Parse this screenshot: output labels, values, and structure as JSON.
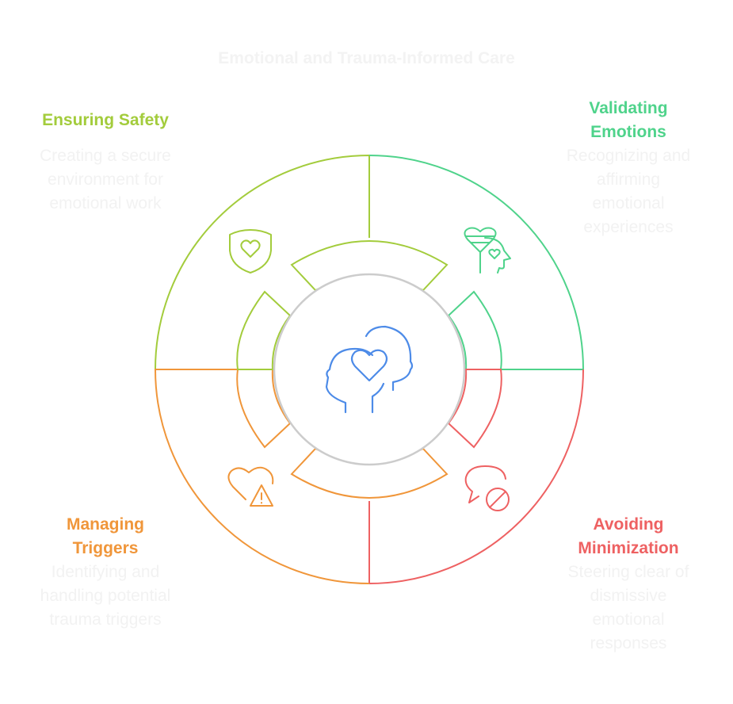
{
  "title": "Emotional and Trauma-Informed Care",
  "colors": {
    "safety": "#a3cc3c",
    "validating": "#4fd38b",
    "minimization": "#ee6162",
    "triggers": "#f0963a",
    "center": "#4d8be8",
    "inner_ring": "#cccccc"
  },
  "center_icon": "head-heart-icon",
  "sections": [
    {
      "key": "safety",
      "label_line1": "Ensuring Safety",
      "label_line2": "",
      "desc_line1": "Creating a secure",
      "desc_line2": "environment for",
      "desc_line3": "emotional work",
      "desc_line4": "",
      "icon": "shield-heart-icon"
    },
    {
      "key": "validating",
      "label_line1": "Validating",
      "label_line2": "Emotions",
      "desc_line1": "Recognizing and",
      "desc_line2": "affirming",
      "desc_line3": "emotional",
      "desc_line4": "experiences",
      "icon": "mind-hearts-icon"
    },
    {
      "key": "minimization",
      "label_line1": "Avoiding",
      "label_line2": "Minimization",
      "desc_line1": "Steering clear of",
      "desc_line2": "dismissive",
      "desc_line3": "emotional",
      "desc_line4": "responses",
      "icon": "speech-bubble-prohibited-icon"
    },
    {
      "key": "triggers",
      "label_line1": "Managing",
      "label_line2": "Triggers",
      "desc_line1": "Identifying and",
      "desc_line2": "handling potential",
      "desc_line3": "trauma triggers",
      "desc_line4": "",
      "icon": "heart-warning-icon"
    }
  ]
}
